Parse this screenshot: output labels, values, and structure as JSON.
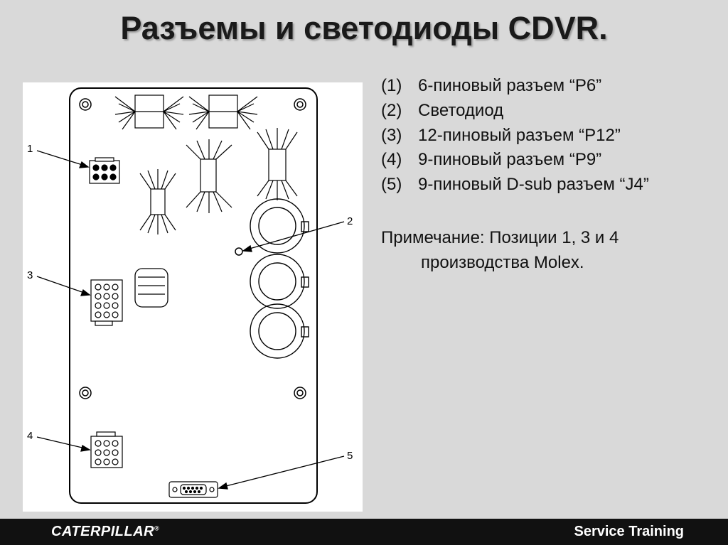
{
  "title": "Разъемы и светодиоды CDVR.",
  "legend": [
    {
      "num": "(1)",
      "text": "6-пиновый разъем “P6”"
    },
    {
      "num": "(2)",
      "text": "Светодиод"
    },
    {
      "num": "(3)",
      "text": "12-пиновый разъем “P12”"
    },
    {
      "num": "(4)",
      "text": "9-пиновый разъем “P9”"
    },
    {
      "num": "(5)",
      "text": "9-пиновый D-sub разъем “J4”"
    }
  ],
  "note": {
    "line1": "Примечание: Позиции 1, 3 и 4",
    "line2": "производства Molex."
  },
  "callouts": [
    "1",
    "2",
    "3",
    "4",
    "5"
  ],
  "footer": {
    "brand": "CATERPILLAR",
    "reg": "®",
    "right": "Service Training"
  }
}
